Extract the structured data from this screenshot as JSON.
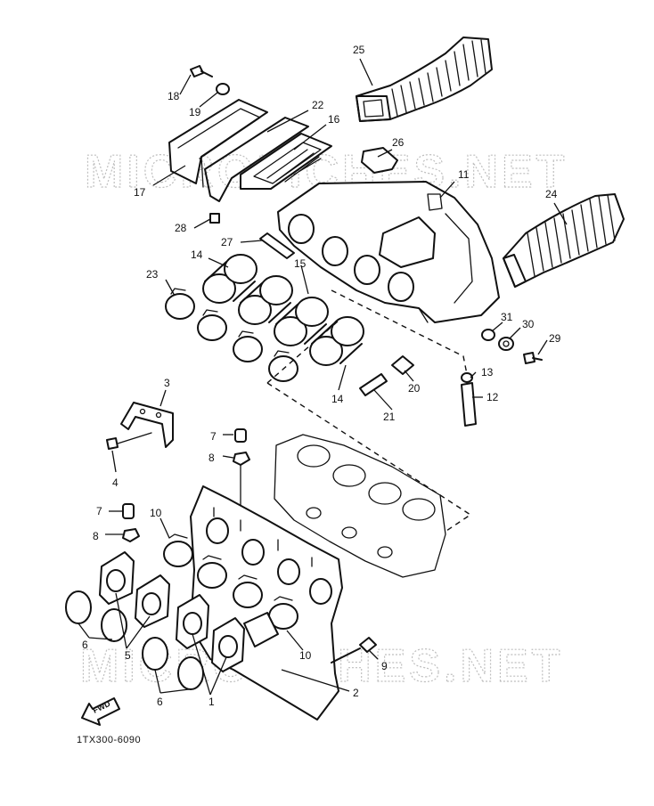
{
  "watermarks": [
    "MICROFICHES.NET",
    "MICROFICHES.NET"
  ],
  "diagram_code": "1TX300-6090",
  "direction_label": "FWD",
  "callouts": {
    "c1": "1",
    "c2": "2",
    "c3": "3",
    "c4": "4",
    "c5": "5",
    "c6a": "6",
    "c6b": "6",
    "c7a": "7",
    "c7b": "7",
    "c8a": "8",
    "c8b": "8",
    "c9": "9",
    "c10a": "10",
    "c10b": "10",
    "c11": "11",
    "c12": "12",
    "c13": "13",
    "c14a": "14",
    "c14b": "14",
    "c15": "15",
    "c16": "16",
    "c17": "17",
    "c18": "18",
    "c19": "19",
    "c20": "20",
    "c21": "21",
    "c22": "22",
    "c23": "23",
    "c24": "24",
    "c25": "25",
    "c26": "26",
    "c27": "27",
    "c28": "28",
    "c29": "29",
    "c30": "30",
    "c31": "31"
  }
}
